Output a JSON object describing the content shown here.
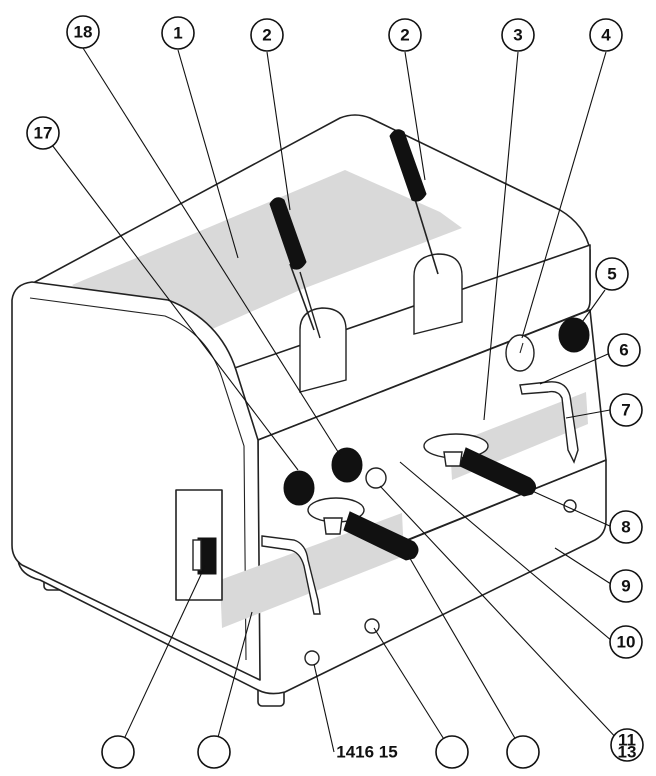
{
  "callouts": {
    "c1": "1",
    "c2a": "2",
    "c2b": "2",
    "c3": "3",
    "c4": "4",
    "c5": "5",
    "c6": "6",
    "c7": "7",
    "c8": "8",
    "c9": "9",
    "c10": "10",
    "c11": "11",
    "c13": "13",
    "c17": "17",
    "c18": "18",
    "bottom_group": "1416 15"
  },
  "colors": {
    "panel": "#d9d9d9",
    "knob": "#111111",
    "line": "#222222"
  }
}
